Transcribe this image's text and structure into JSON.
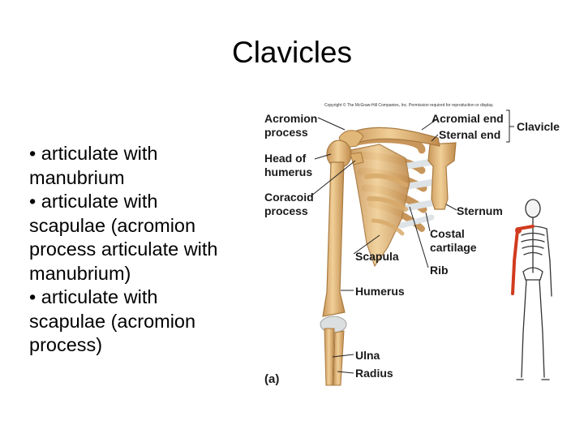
{
  "slide": {
    "title": "Clavicles",
    "bullets": [
      "• articulate with manubrium",
      "• articulate with scapulae (acromion process articulate with manubrium)",
      "• articulate with scapulae (acromion process)"
    ]
  },
  "figure": {
    "copyright": "Copyright © The McGraw-Hill Companies, Inc. Permission required for reproduction or display.",
    "panel_label": "(a)",
    "labels": {
      "acromion_process": [
        "Acromion",
        "process"
      ],
      "head_of_humerus": [
        "Head of",
        "humerus"
      ],
      "coracoid_process": [
        "Coracoid",
        "process"
      ],
      "acromial_end": "Acromial end",
      "sternal_end": "Sternal end",
      "clavicle": "Clavicle",
      "sternum": "Sternum",
      "costal_cartilage": [
        "Costal",
        "cartilage"
      ],
      "scapula": "Scapula",
      "rib": "Rib",
      "humerus": "Humerus",
      "ulna": "Ulna",
      "radius": "Radius"
    },
    "colors": {
      "bone": "#e8c48a",
      "bone_dark": "#b8894a",
      "cartilage": "#dde3e6",
      "highlight": "#d13b1f"
    }
  }
}
